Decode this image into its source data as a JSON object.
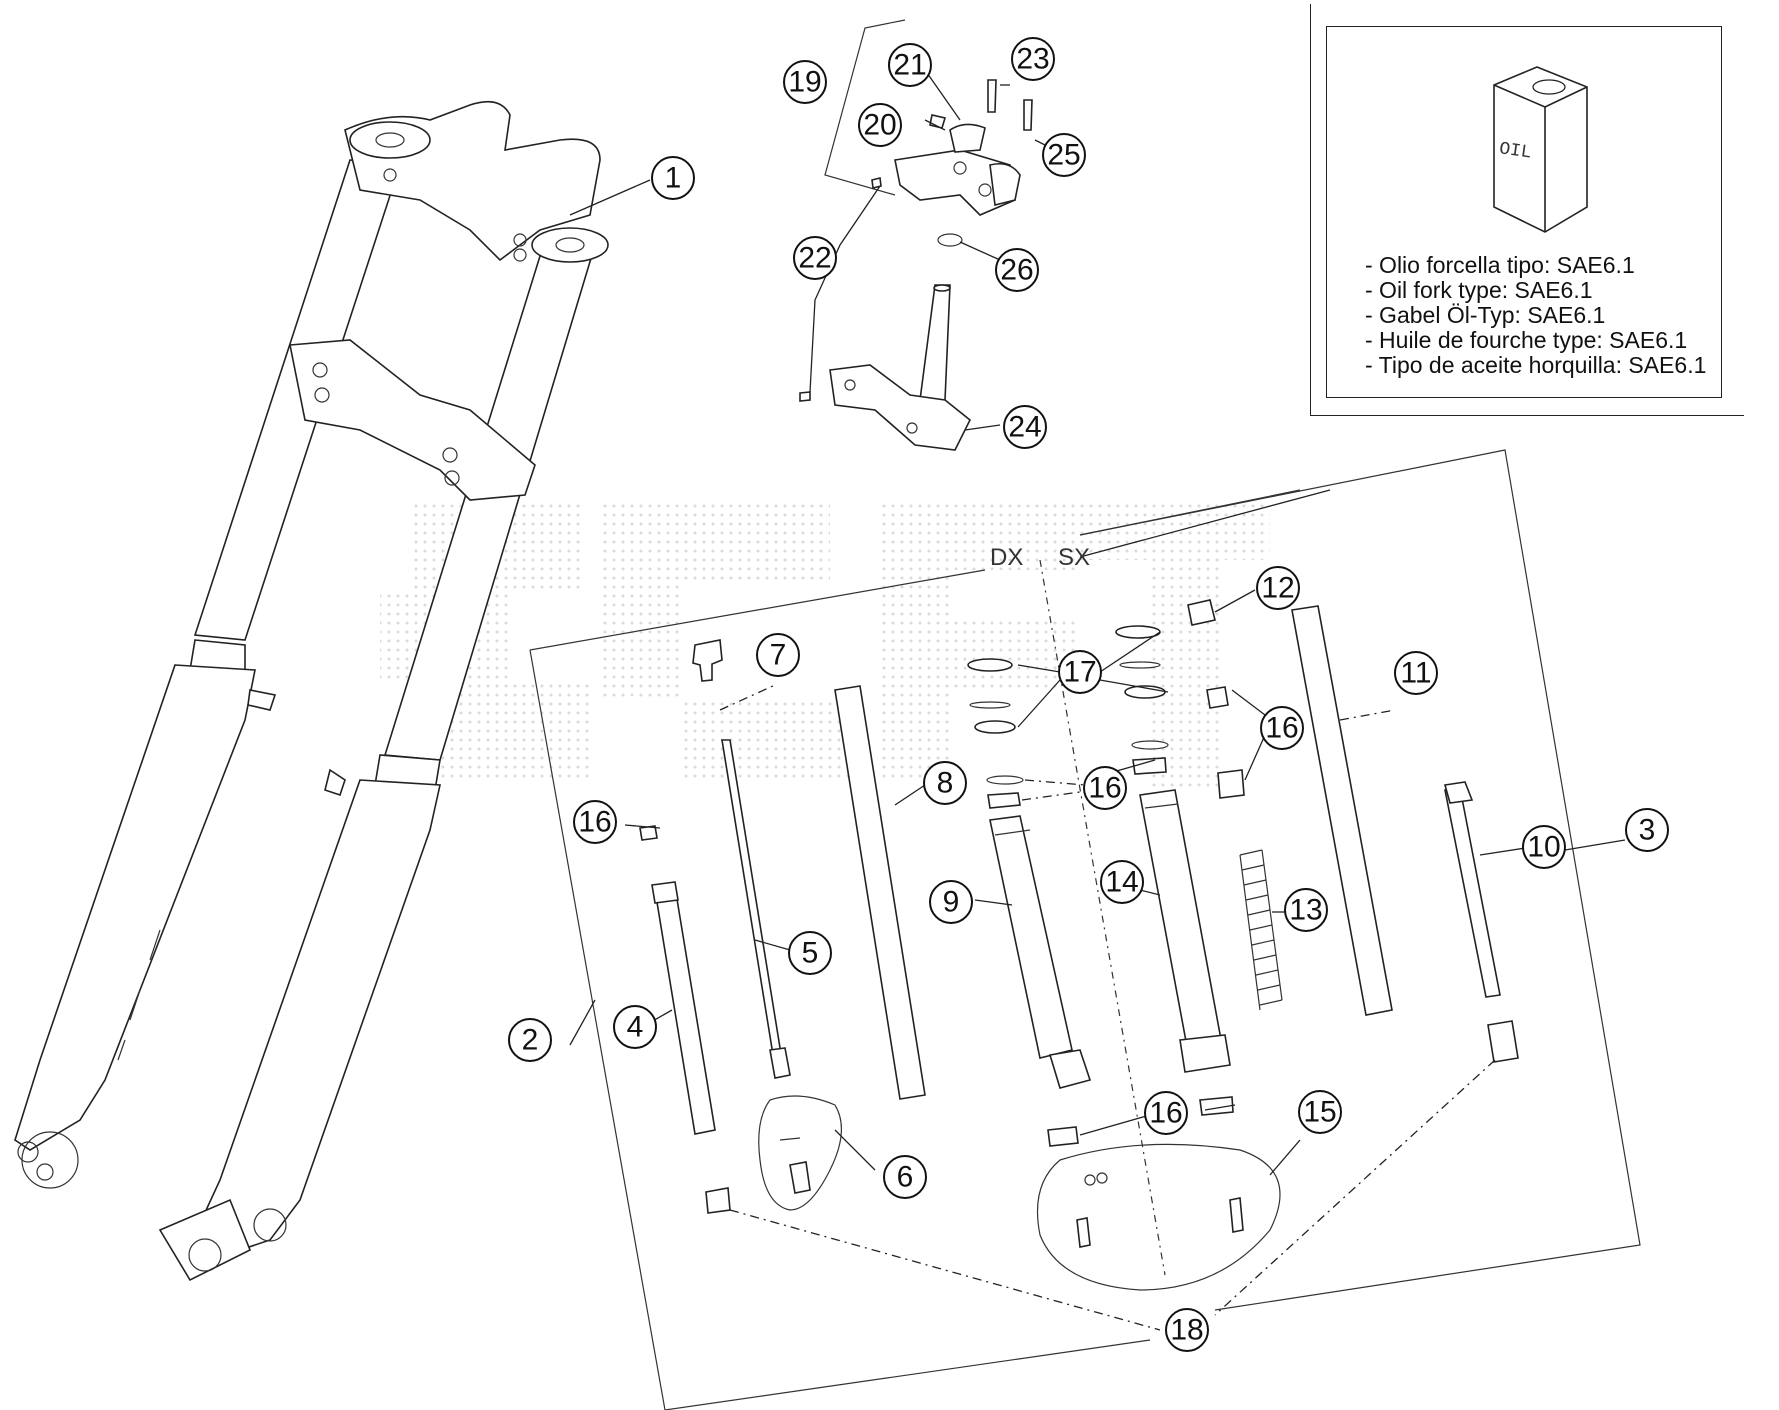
{
  "oil_notes": [
    "- Olio forcella tipo: SAE6.1",
    "- Oil fork type: SAE6.1",
    "- Gabel Öl-Typ: SAE6.1",
    "- Huile de fourche type: SAE6.1",
    "- Tipo de aceite horquilla: SAE6.1"
  ],
  "oil_can_label": "OIL",
  "side_labels": {
    "right": "DX",
    "left": "SX"
  },
  "callouts": {
    "c1": "1",
    "c2": "2",
    "c3": "3",
    "c4": "4",
    "c5": "5",
    "c6": "6",
    "c7": "7",
    "c8": "8",
    "c9": "9",
    "c10": "10",
    "c11": "11",
    "c12": "12",
    "c13": "13",
    "c14": "14",
    "c15": "15",
    "c16a": "16",
    "c16b": "16",
    "c16c": "16",
    "c16d": "16",
    "c17": "17",
    "c18": "18",
    "c19": "19",
    "c20": "20",
    "c21": "21",
    "c22": "22",
    "c23": "23",
    "c24": "24",
    "c25": "25",
    "c26": "26"
  }
}
